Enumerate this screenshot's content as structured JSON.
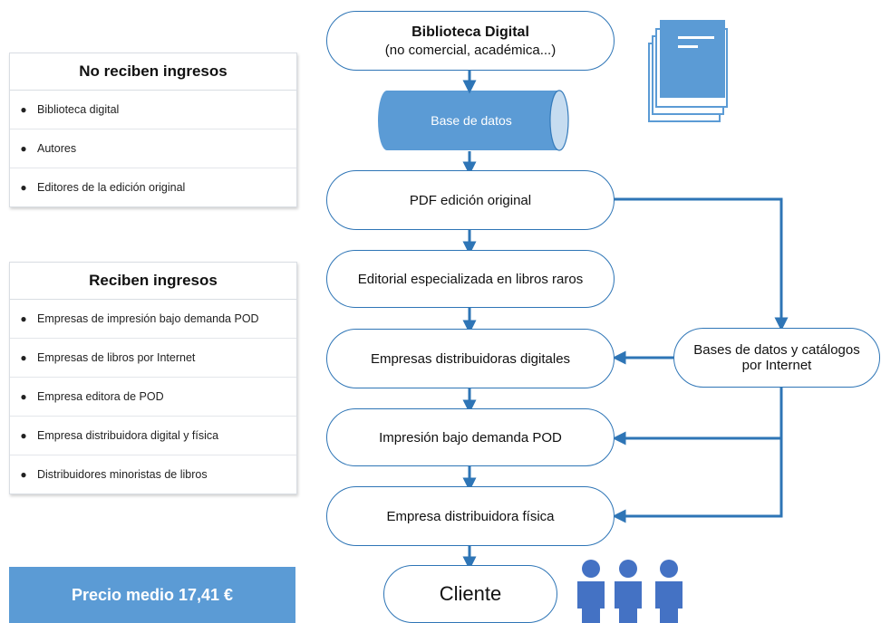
{
  "no_reciben": {
    "title": "No reciben ingresos",
    "items": [
      "Biblioteca digital",
      "Autores",
      "Editores de la edición original"
    ]
  },
  "reciben": {
    "title": "Reciben ingresos",
    "items": [
      "Empresas de impresión bajo demanda POD",
      "Empresas de libros por Internet",
      "Empresa editora de POD",
      "Empresa distribuidora digital y física",
      "Distribuidores minoristas de libros"
    ]
  },
  "price": "Precio medio 17,41 €",
  "flow": {
    "library_title": "Biblioteca Digital",
    "library_subtitle": "(no comercial, académica...)",
    "database": "Base de datos",
    "pdf": "PDF edición original",
    "publisher": "Editorial especializada en libros raros",
    "digital_distributors": "Empresas distribuidoras digitales",
    "pod": "Impresión bajo demanda POD",
    "physical_distributor": "Empresa distribuidora física",
    "client": "Cliente",
    "internet_db": "Bases de datos y catálogos por Internet"
  },
  "colors": {
    "accent": "#5b9bd5",
    "arrow": "#2e75b6",
    "person": "#4472c4"
  },
  "icons": [
    "book-stack-icon",
    "people-icon"
  ]
}
